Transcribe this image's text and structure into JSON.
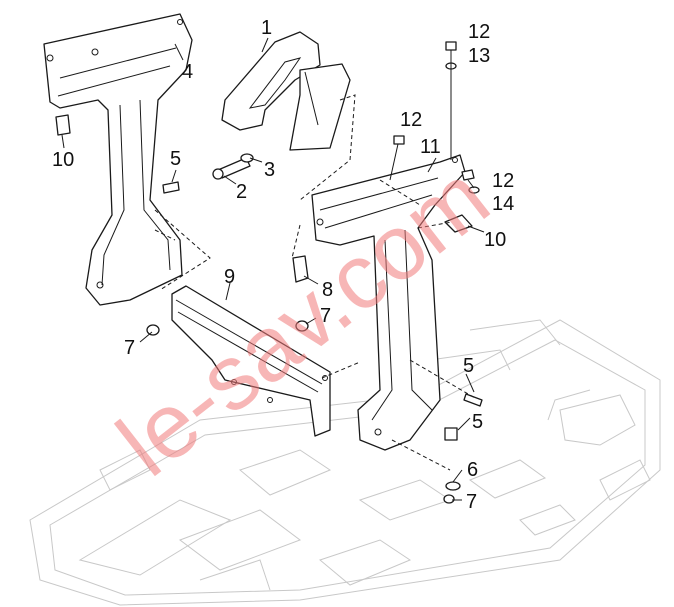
{
  "callouts": [
    {
      "id": "c1",
      "label": "1"
    },
    {
      "id": "c2",
      "label": "2"
    },
    {
      "id": "c3",
      "label": "3"
    },
    {
      "id": "c4",
      "label": "4"
    },
    {
      "id": "c5a",
      "label": "5"
    },
    {
      "id": "c5b",
      "label": "5"
    },
    {
      "id": "c5c",
      "label": "5"
    },
    {
      "id": "c6",
      "label": "6"
    },
    {
      "id": "c7a",
      "label": "7"
    },
    {
      "id": "c7b",
      "label": "7"
    },
    {
      "id": "c7c",
      "label": "7"
    },
    {
      "id": "c8",
      "label": "8"
    },
    {
      "id": "c9",
      "label": "9"
    },
    {
      "id": "c10a",
      "label": "10"
    },
    {
      "id": "c10b",
      "label": "10"
    },
    {
      "id": "c11",
      "label": "11"
    },
    {
      "id": "c12a",
      "label": "12"
    },
    {
      "id": "c12b",
      "label": "12"
    },
    {
      "id": "c12c",
      "label": "12"
    },
    {
      "id": "c13",
      "label": "13"
    },
    {
      "id": "c14",
      "label": "14"
    }
  ],
  "watermark": "le-sav.com",
  "colors": {
    "line": "#1a1a1a",
    "background_ghost": "#c8c8c8",
    "watermark": "#f07a7a"
  }
}
